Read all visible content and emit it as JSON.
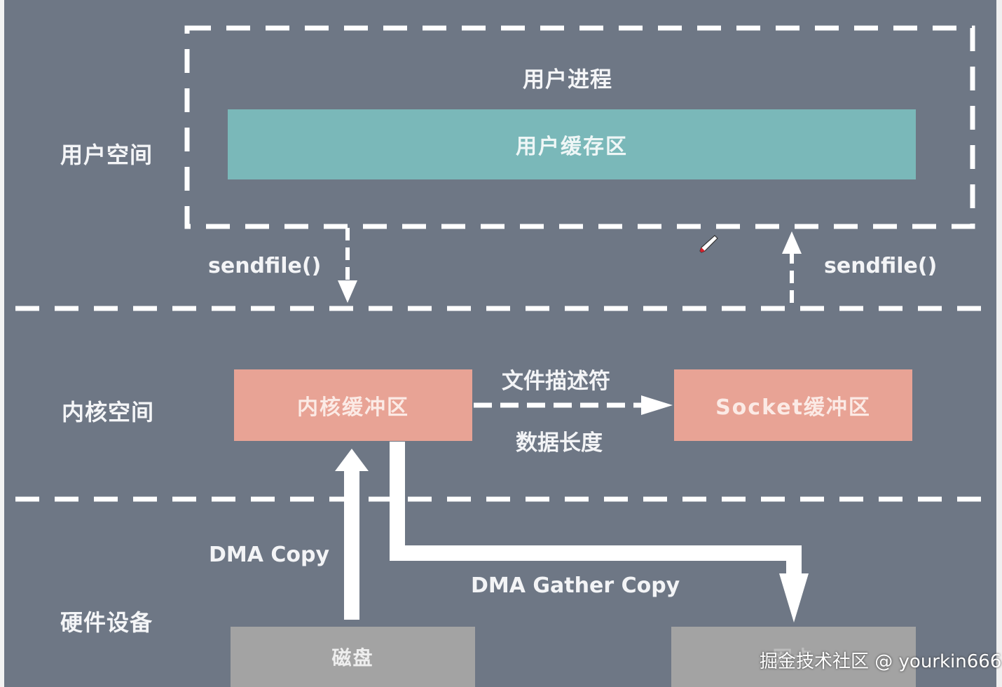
{
  "labels": {
    "user_space": "用户空间",
    "kernel_space": "内核空间",
    "hardware": "硬件设备",
    "user_process": "用户进程",
    "user_buffer": "用户缓存区",
    "kernel_buffer": "内核缓冲区",
    "socket_buffer": "Socket缓冲区",
    "file_descriptor": "文件描述符",
    "data_length": "数据长度",
    "sendfile_left": "sendfile()",
    "sendfile_right": "sendfile()",
    "dma_copy": "DMA Copy",
    "dma_gather_copy": "DMA Gather Copy",
    "disk": "磁盘",
    "nic": "网卡"
  },
  "watermark": "掘金技术社区 @ yourkin666",
  "colors": {
    "background": "#6e7785",
    "user_buffer": "#7ab8b9",
    "kernel_buffer": "#e8a395",
    "device": "#a3a3a3"
  }
}
